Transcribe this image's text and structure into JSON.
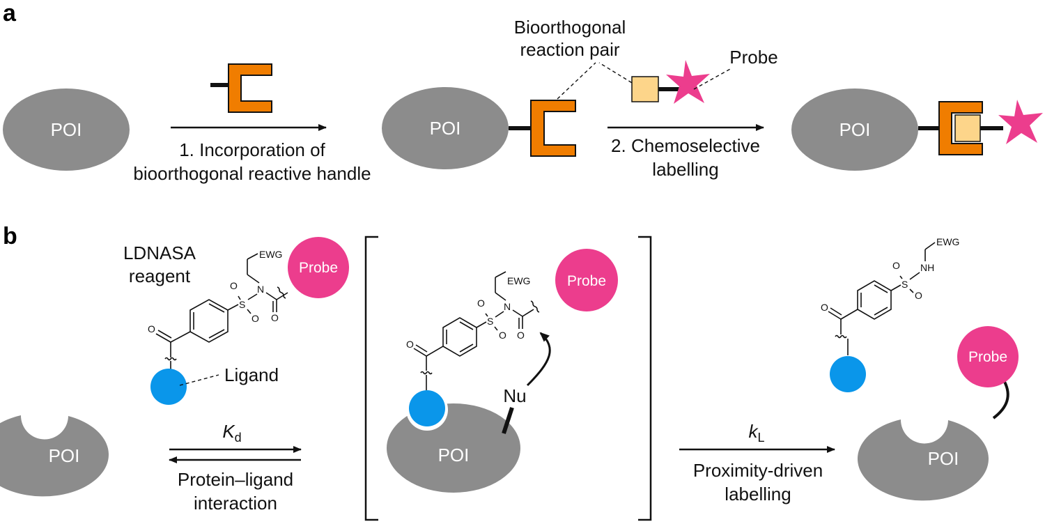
{
  "panel_a": {
    "letter": "a",
    "poi_1": "POI",
    "poi_2": "POI",
    "poi_3": "POI",
    "step1_line1": "1. Incorporation of",
    "step1_line2": "bioorthogonal reactive handle",
    "pair_line1": "Bioorthogonal",
    "pair_line2": "reaction pair",
    "probe_label": "Probe",
    "step2_line1": "2. Chemoselective",
    "step2_line2": "labelling"
  },
  "panel_b": {
    "letter": "b",
    "reagent_line1": "LDNASA",
    "reagent_line2": "reagent",
    "probe_1": "Probe",
    "probe_2": "Probe",
    "probe_3": "Probe",
    "ligand_label": "Ligand",
    "poi_1": "POI",
    "poi_2": "POI",
    "poi_3": "POI",
    "ewg_1": "EWG",
    "ewg_2": "EWG",
    "ewg_3": "EWG",
    "atom_N_1": "N",
    "atom_N_2": "N",
    "atom_NH": "NH",
    "atom_S": "S",
    "atom_O": "O",
    "nu_label": "Nu",
    "kd_symbol": "K",
    "kd_subscript": "d",
    "eq_line1": "Protein–ligand",
    "eq_line2": "interaction",
    "kl_symbol": "k",
    "kl_subscript": "L",
    "label_line1": "Proximity-driven",
    "label_line2": "labelling"
  },
  "colors": {
    "poi_gray": "#8c8c8c",
    "handle_orange": "#f07d00",
    "partner_yellow": "#fdd58a",
    "probe_pink": "#ec3d8d",
    "ligand_blue": "#0a96ea"
  }
}
